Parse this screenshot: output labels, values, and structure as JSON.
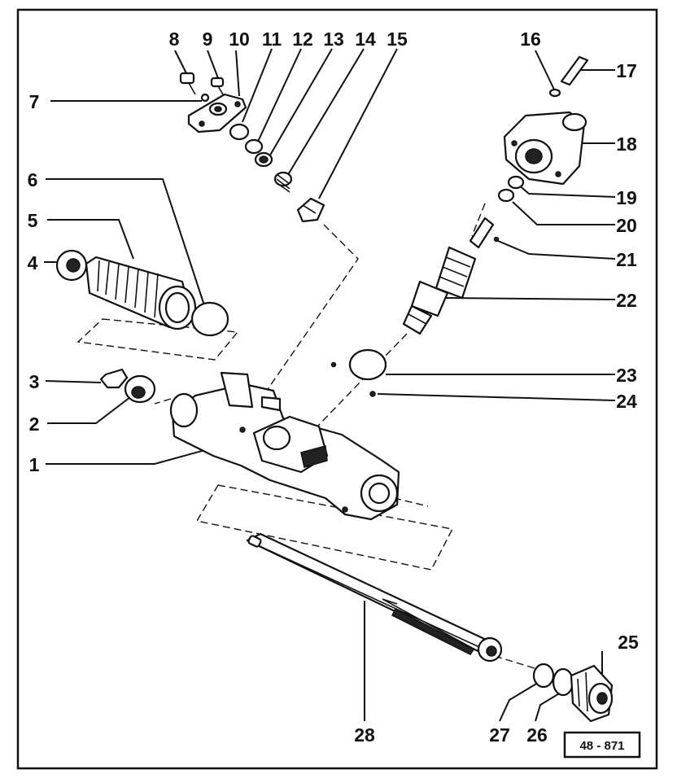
{
  "diagram": {
    "reference": "48 - 871",
    "callouts": [
      {
        "id": "8",
        "text": "8"
      },
      {
        "id": "9",
        "text": "9"
      },
      {
        "id": "10",
        "text": "10"
      },
      {
        "id": "11",
        "text": "11"
      },
      {
        "id": "12",
        "text": "12"
      },
      {
        "id": "13",
        "text": "13"
      },
      {
        "id": "14",
        "text": "14"
      },
      {
        "id": "15",
        "text": "15"
      },
      {
        "id": "16",
        "text": "16"
      },
      {
        "id": "17",
        "text": "17"
      },
      {
        "id": "7",
        "text": "7"
      },
      {
        "id": "18",
        "text": "18"
      },
      {
        "id": "6",
        "text": "6"
      },
      {
        "id": "19",
        "text": "19"
      },
      {
        "id": "5",
        "text": "5"
      },
      {
        "id": "20",
        "text": "20"
      },
      {
        "id": "4",
        "text": "4"
      },
      {
        "id": "21",
        "text": "21"
      },
      {
        "id": "22",
        "text": "22"
      },
      {
        "id": "3",
        "text": "3"
      },
      {
        "id": "23",
        "text": "23"
      },
      {
        "id": "24",
        "text": "24"
      },
      {
        "id": "2",
        "text": "2"
      },
      {
        "id": "1",
        "text": "1"
      },
      {
        "id": "25",
        "text": "25"
      },
      {
        "id": "28",
        "text": "28"
      },
      {
        "id": "27",
        "text": "27"
      },
      {
        "id": "26",
        "text": "26"
      }
    ]
  }
}
